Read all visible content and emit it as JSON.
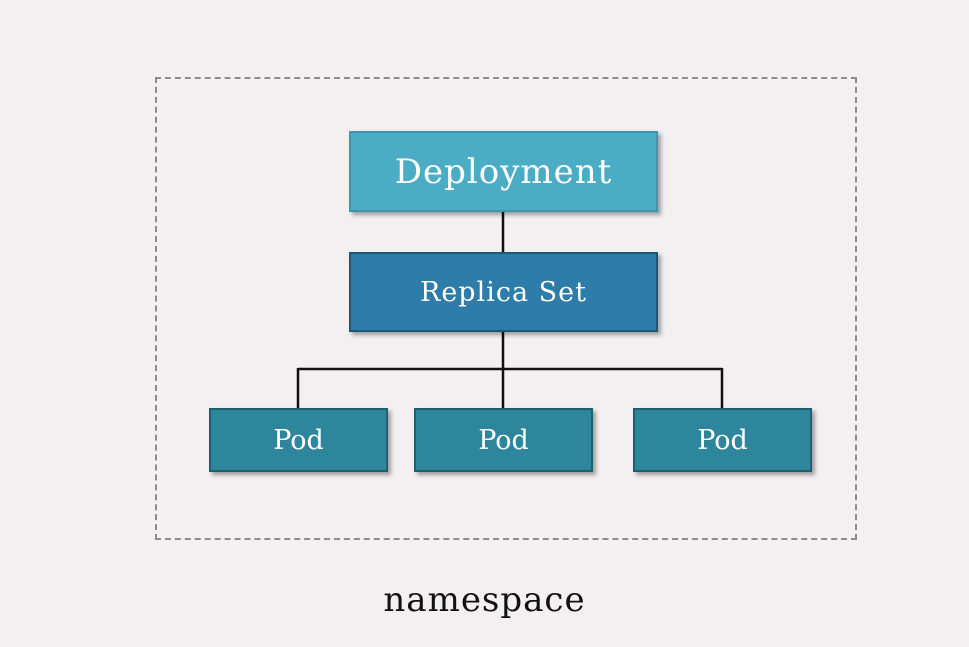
{
  "diagram": {
    "namespace_label": "namespace",
    "deployment_label": "Deployment",
    "replicaset_label": "Replica Set",
    "pods": [
      "Pod",
      "Pod",
      "Pod"
    ]
  },
  "colors": {
    "background": "#f2f0f1",
    "deployment": "#4bacc6",
    "replicaset": "#2e7ca9",
    "pod": "#2e869c",
    "frame": "#8c8c8c",
    "connector": "#111111"
  }
}
